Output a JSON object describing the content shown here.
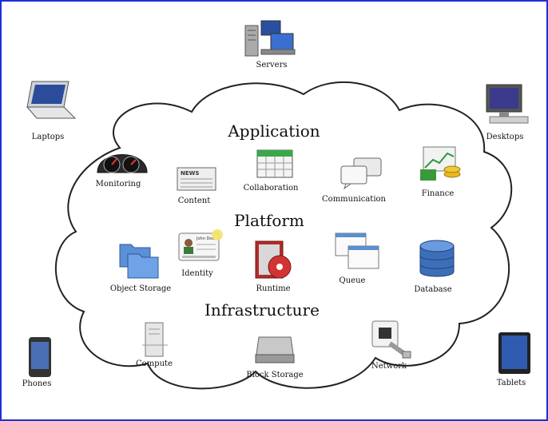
{
  "sections": {
    "application": "Application",
    "platform": "Platform",
    "infrastructure": "Infrastructure"
  },
  "devices": {
    "servers": "Servers",
    "laptops": "Laptops",
    "desktops": "Desktops",
    "phones": "Phones",
    "tablets": "Tablets"
  },
  "application_items": {
    "monitoring": "Monitoring",
    "content": "Content",
    "collaboration": "Collaboration",
    "communication": "Communication",
    "finance": "Finance"
  },
  "platform_items": {
    "object_storage": "Object Storage",
    "identity": "Identity",
    "runtime": "Runtime",
    "queue": "Queue",
    "database": "Database"
  },
  "infrastructure_items": {
    "compute": "Compute",
    "block_storage": "Block Storage",
    "network": "Network"
  },
  "icon_text": {
    "news": "NEWS",
    "id_name": "John Doe"
  },
  "colors": {
    "frame_border": "#1f2fd6",
    "cloud_stroke": "#222222"
  }
}
